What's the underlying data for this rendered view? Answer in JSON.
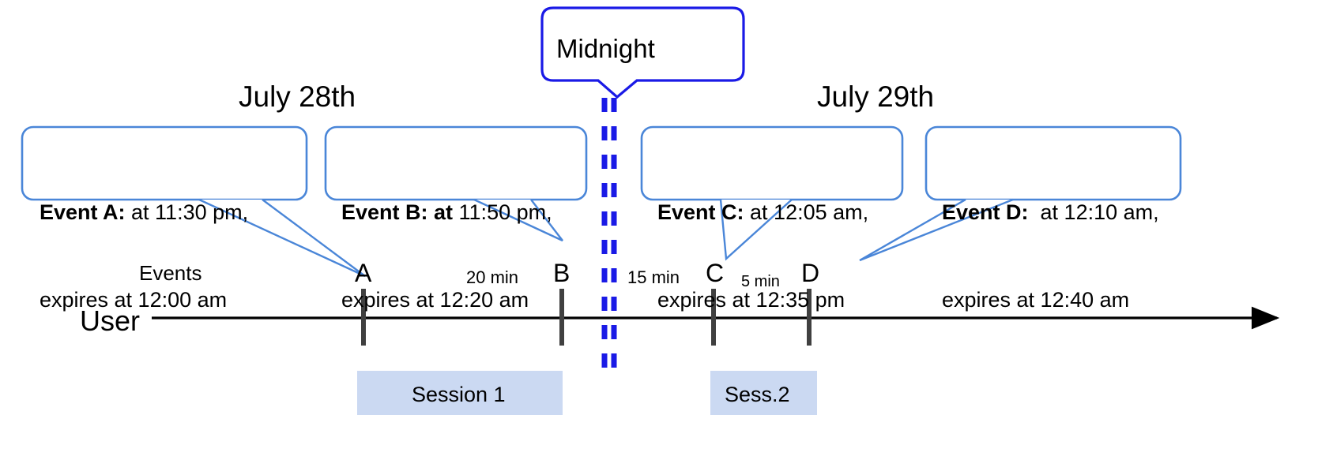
{
  "diagram": {
    "title_labels": {
      "day_left": "July 28th",
      "day_right": "July 29th"
    },
    "midnight_callout": {
      "label": "Midnight",
      "border_color": "#1a1ae6"
    },
    "axis": {
      "user_label": "User",
      "events_label": "Events",
      "arrow_color": "#000000"
    },
    "event_callouts": [
      {
        "id": "A",
        "bold": "Event A:",
        "rest_line1": " at 11:30 pm,",
        "line2": "expires at 12:00 am",
        "border_color": "#4a86d8"
      },
      {
        "id": "B",
        "bold": "Event B: at",
        "rest_line1": " 11:50 pm,",
        "line2": "expires at 12:20 am",
        "border_color": "#4a86d8"
      },
      {
        "id": "C",
        "bold": "Event C:",
        "rest_line1": " at 12:05 am,",
        "line2": "expires at 12:35 pm",
        "border_color": "#4a86d8"
      },
      {
        "id": "D",
        "bold": "Event D:",
        "rest_line1": "  at 12:10 am,",
        "line2": "expires at 12:40 am",
        "border_color": "#4a86d8"
      }
    ],
    "markers": [
      {
        "letter": "A"
      },
      {
        "letter": "B"
      },
      {
        "letter": "C"
      },
      {
        "letter": "D"
      }
    ],
    "intervals": [
      {
        "label": "20 min"
      },
      {
        "label": "15 min"
      },
      {
        "label": "5 min"
      }
    ],
    "sessions": [
      {
        "label": "Session 1",
        "fill": "#cbd9f2"
      },
      {
        "label": "Sess.2",
        "fill": "#cbd9f2"
      }
    ]
  }
}
